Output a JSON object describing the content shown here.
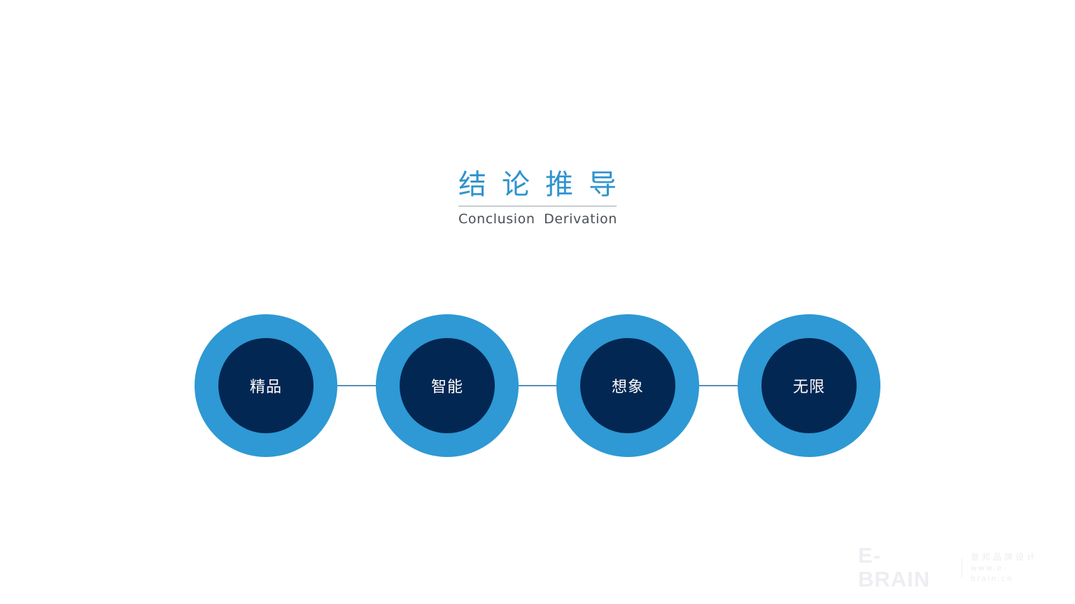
{
  "header": {
    "title_cn": "结论推导",
    "title_en": "Conclusion Derivation"
  },
  "nodes": [
    {
      "label": "精品"
    },
    {
      "label": "智能"
    },
    {
      "label": "想象"
    },
    {
      "label": "无限"
    }
  ],
  "brand": {
    "logo": "E-BRAIN",
    "name_cn": "意邦品牌设计",
    "url": "www.e-brain.cn"
  },
  "colors": {
    "accent": "#2f93cf",
    "ring": "#2e99d4",
    "core": "#032753",
    "connector": "#5a8fb6"
  }
}
